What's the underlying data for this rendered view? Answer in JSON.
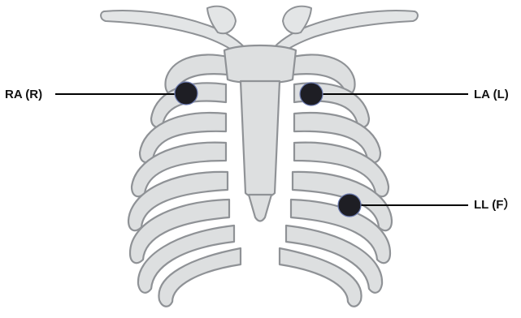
{
  "diagram": {
    "electrodes": [
      {
        "id": "ra",
        "label": "RA (R)"
      },
      {
        "id": "la",
        "label": "LA (L)"
      },
      {
        "id": "ll",
        "label": "LL (F）"
      }
    ],
    "colors": {
      "bone_fill": "#dddfe0",
      "bone_outline": "#8f9296",
      "electrode": "#1e1e24",
      "lead_line": "#000000",
      "background": "#ffffff"
    }
  }
}
